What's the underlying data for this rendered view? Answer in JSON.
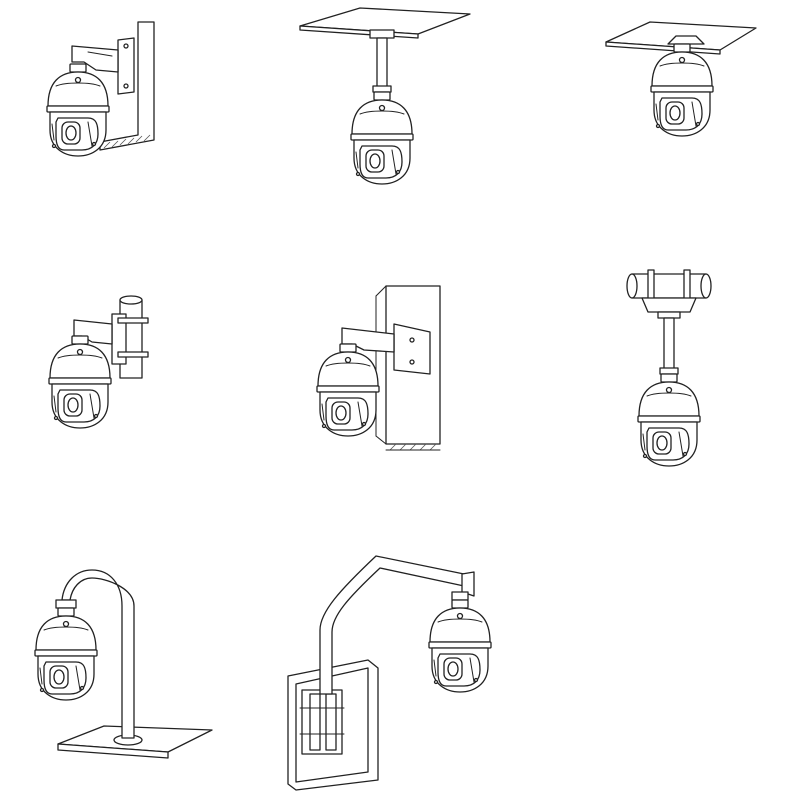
{
  "diagram": {
    "kind": "ptz-dome-camera-mounting-options",
    "layout": "3x3-grid-8-items",
    "line_color": "#222222",
    "background": "#ffffff",
    "items": [
      {
        "id": "wall-mount",
        "row": 1,
        "col": 1
      },
      {
        "id": "pendant-ceiling-mount",
        "row": 1,
        "col": 2
      },
      {
        "id": "flush-ceiling-mount",
        "row": 1,
        "col": 3
      },
      {
        "id": "pole-mount",
        "row": 2,
        "col": 1
      },
      {
        "id": "corner-mount",
        "row": 2,
        "col": 2
      },
      {
        "id": "pipe-pendant-mount",
        "row": 2,
        "col": 3
      },
      {
        "id": "gooseneck-floor-mount",
        "row": 3,
        "col": 1
      },
      {
        "id": "wall-arm-pole-mount",
        "row": 3,
        "col": 2
      }
    ]
  }
}
